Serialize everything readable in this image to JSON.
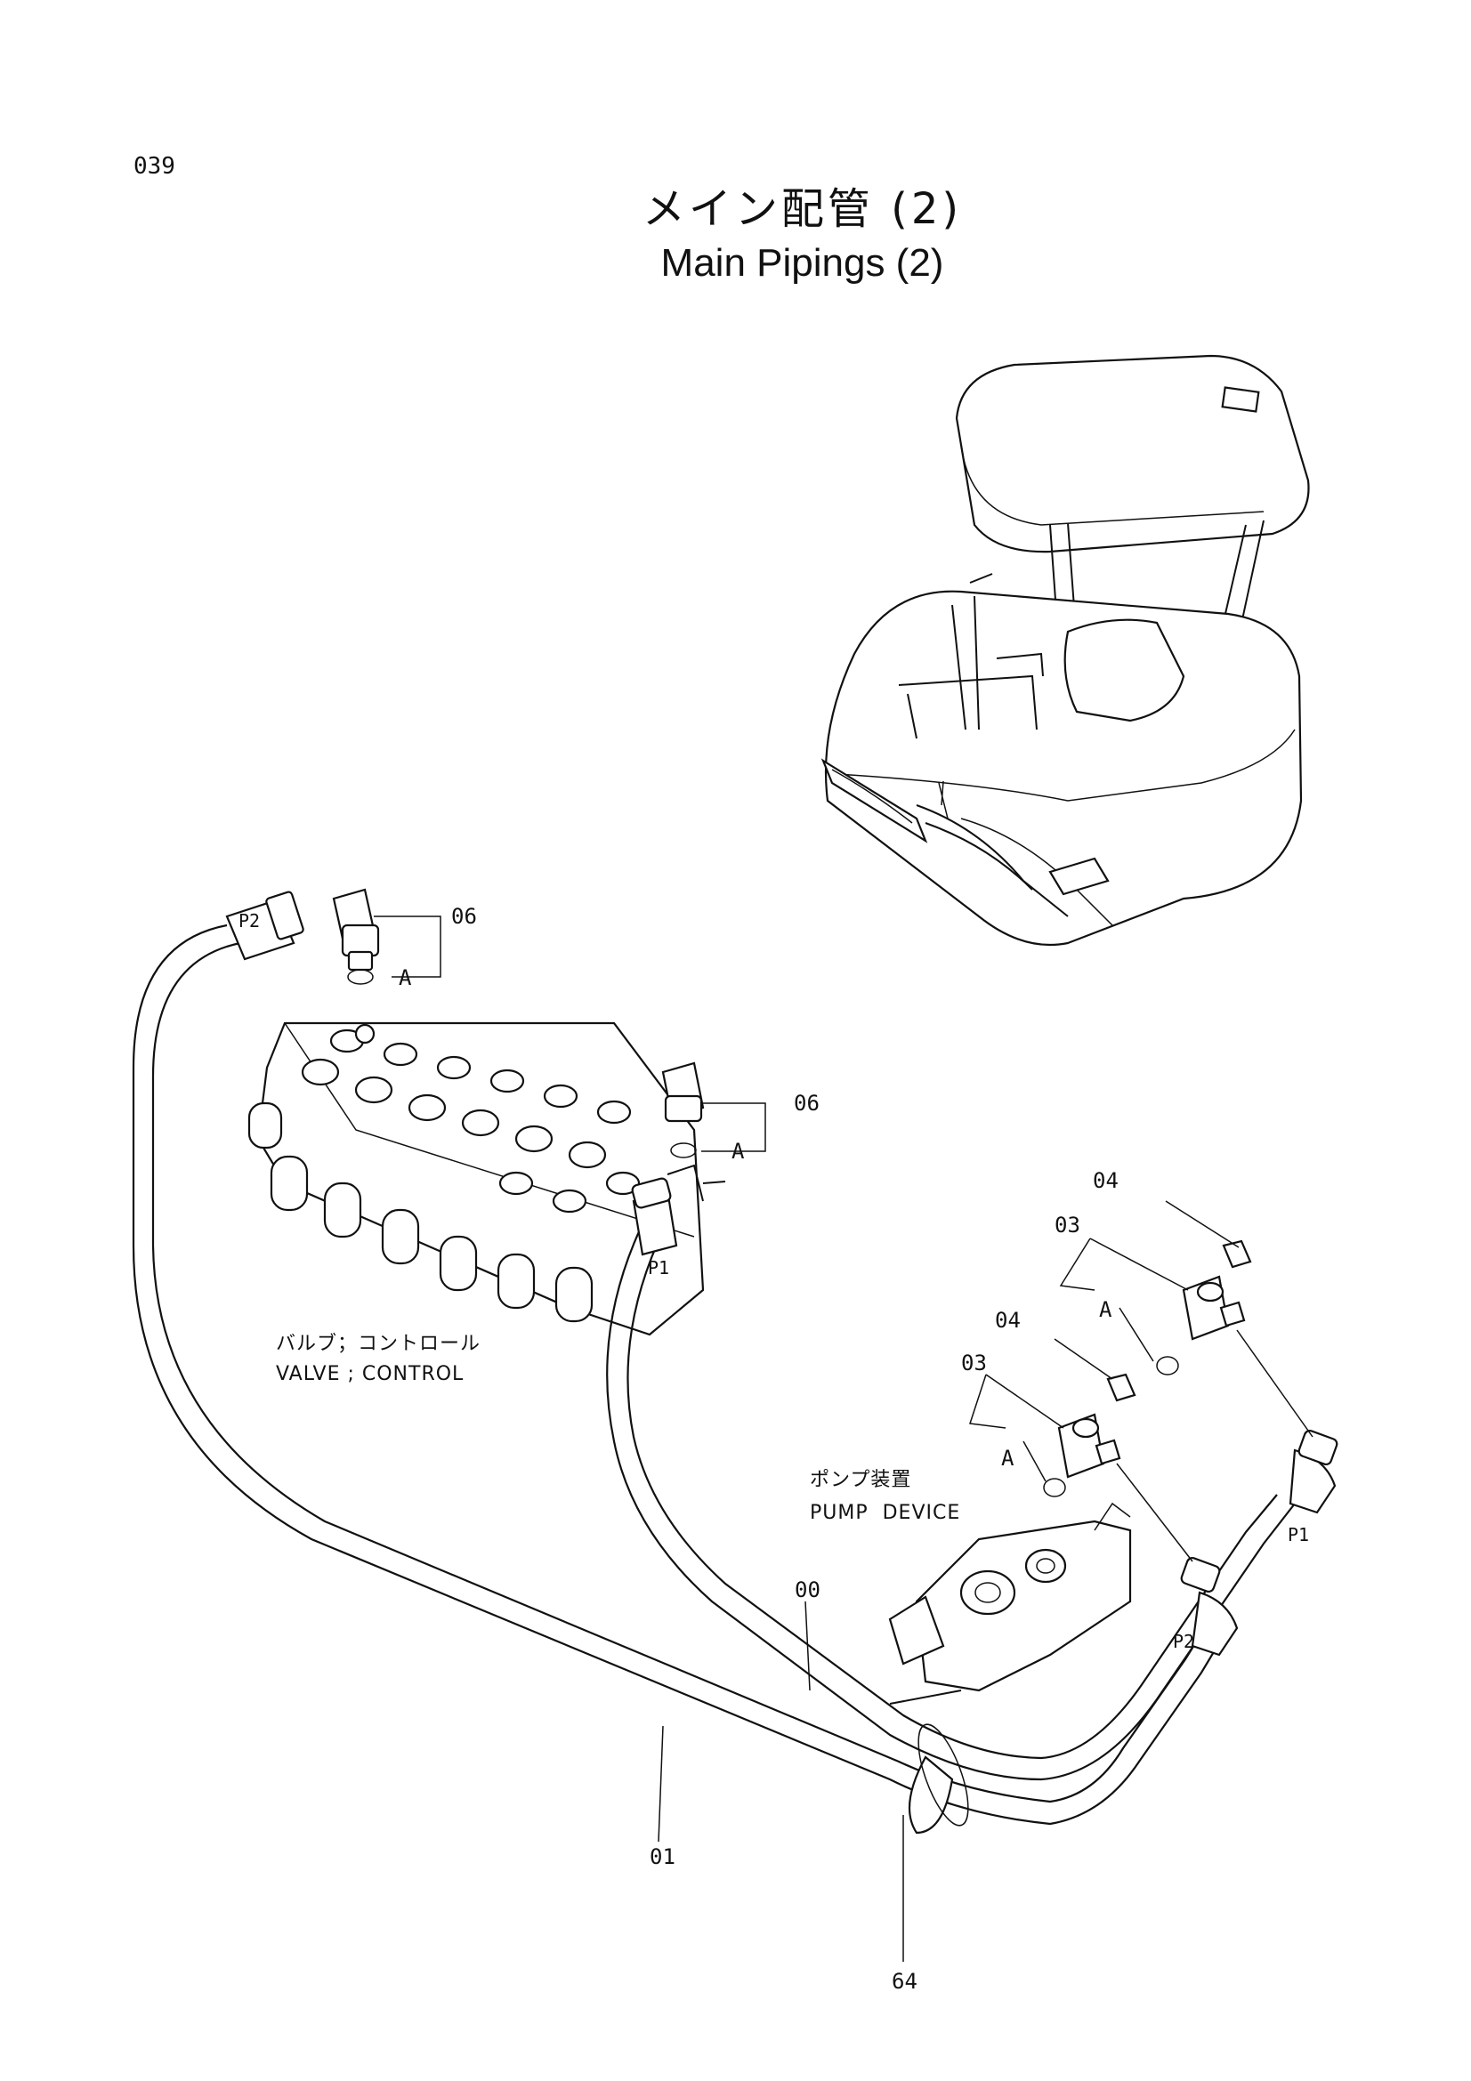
{
  "page_number": "039",
  "title": {
    "ja": "メイン配管 (2)",
    "en": "Main Pipings (2)"
  },
  "callouts": {
    "p06_top": "06",
    "p06_mid": "06",
    "a_top": "A",
    "a_mid": "A",
    "a_right_upper": "A",
    "a_right_lower": "A",
    "p04_upper": "04",
    "p03_upper": "03",
    "p04_lower": "04",
    "p03_lower": "03",
    "p00": "00",
    "p01": "01",
    "p64": "64"
  },
  "port_marks": {
    "p2_left": "P2",
    "p1_valve": "P1",
    "p1_pump": "P1",
    "p2_pump": "P2"
  },
  "components": {
    "valve_ja": "バルブ；コントロール",
    "valve_en": "VALVE ; CONTROL",
    "pump_ja": "ポンプ装置",
    "pump_en": "PUMP  DEVICE"
  }
}
